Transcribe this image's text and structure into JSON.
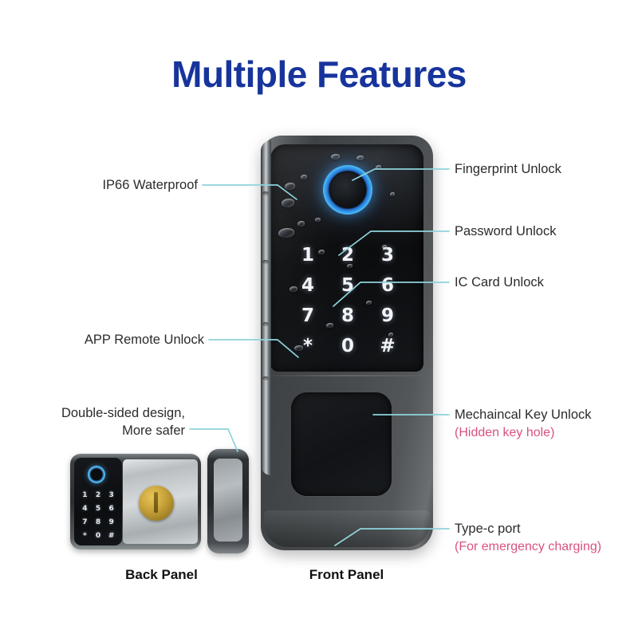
{
  "title": "Multiple Features",
  "colors": {
    "title": "#17349c",
    "leader_line": "#8fd3dc",
    "label_text": "#2b2b2b",
    "sub_text_pink": "#d9527e",
    "fingerprint_glow": "#58c8ff",
    "brass_knob": "#c9a43a"
  },
  "callouts": {
    "right": [
      {
        "id": "fingerprint-unlock",
        "label": "Fingerprint Unlock",
        "sub": ""
      },
      {
        "id": "password-unlock",
        "label": "Password Unlock",
        "sub": ""
      },
      {
        "id": "ic-card-unlock",
        "label": "IC Card Unlock",
        "sub": ""
      },
      {
        "id": "mechanical-key-unlock",
        "label": "Mechaincal Key Unlock",
        "sub": "(Hidden key hole)"
      },
      {
        "id": "type-c-port",
        "label": "Type-c port",
        "sub": "(For emergency charging)"
      }
    ],
    "left": [
      {
        "id": "ip66-waterproof",
        "label": "IP66 Waterproof",
        "line2": ""
      },
      {
        "id": "app-remote-unlock",
        "label": "APP Remote Unlock",
        "line2": ""
      },
      {
        "id": "double-sided-design",
        "label": "Double-sided design,",
        "line2": "More safer"
      }
    ]
  },
  "front_panel": {
    "caption": "Front Panel",
    "keypad_keys": [
      "1",
      "2",
      "3",
      "4",
      "5",
      "6",
      "7",
      "8",
      "9",
      "*",
      "0",
      "#"
    ]
  },
  "back_panel": {
    "caption": "Back Panel",
    "keypad_keys": [
      "1",
      "2",
      "3",
      "4",
      "5",
      "6",
      "7",
      "8",
      "9",
      "*",
      "0",
      "#"
    ]
  }
}
